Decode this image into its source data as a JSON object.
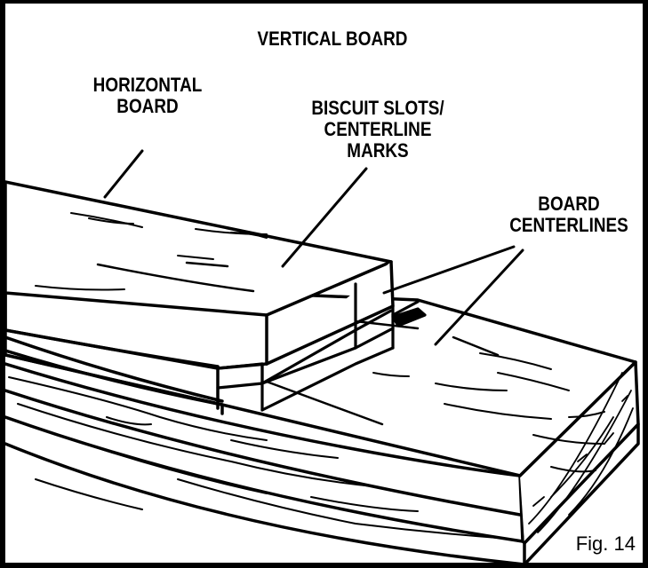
{
  "labels": {
    "vertical_board": "VERTICAL BOARD",
    "horizontal_board": [
      "HORIZONTAL",
      "BOARD"
    ],
    "biscuit_slots": [
      "BISCUIT SLOTS/",
      "CENTERLINE",
      "MARKS"
    ],
    "board_centerlines": [
      "BOARD",
      "CENTERLINES"
    ]
  },
  "figure_number": "Fig. 14",
  "colors": {
    "ink": "#000000",
    "paper": "#ffffff"
  }
}
